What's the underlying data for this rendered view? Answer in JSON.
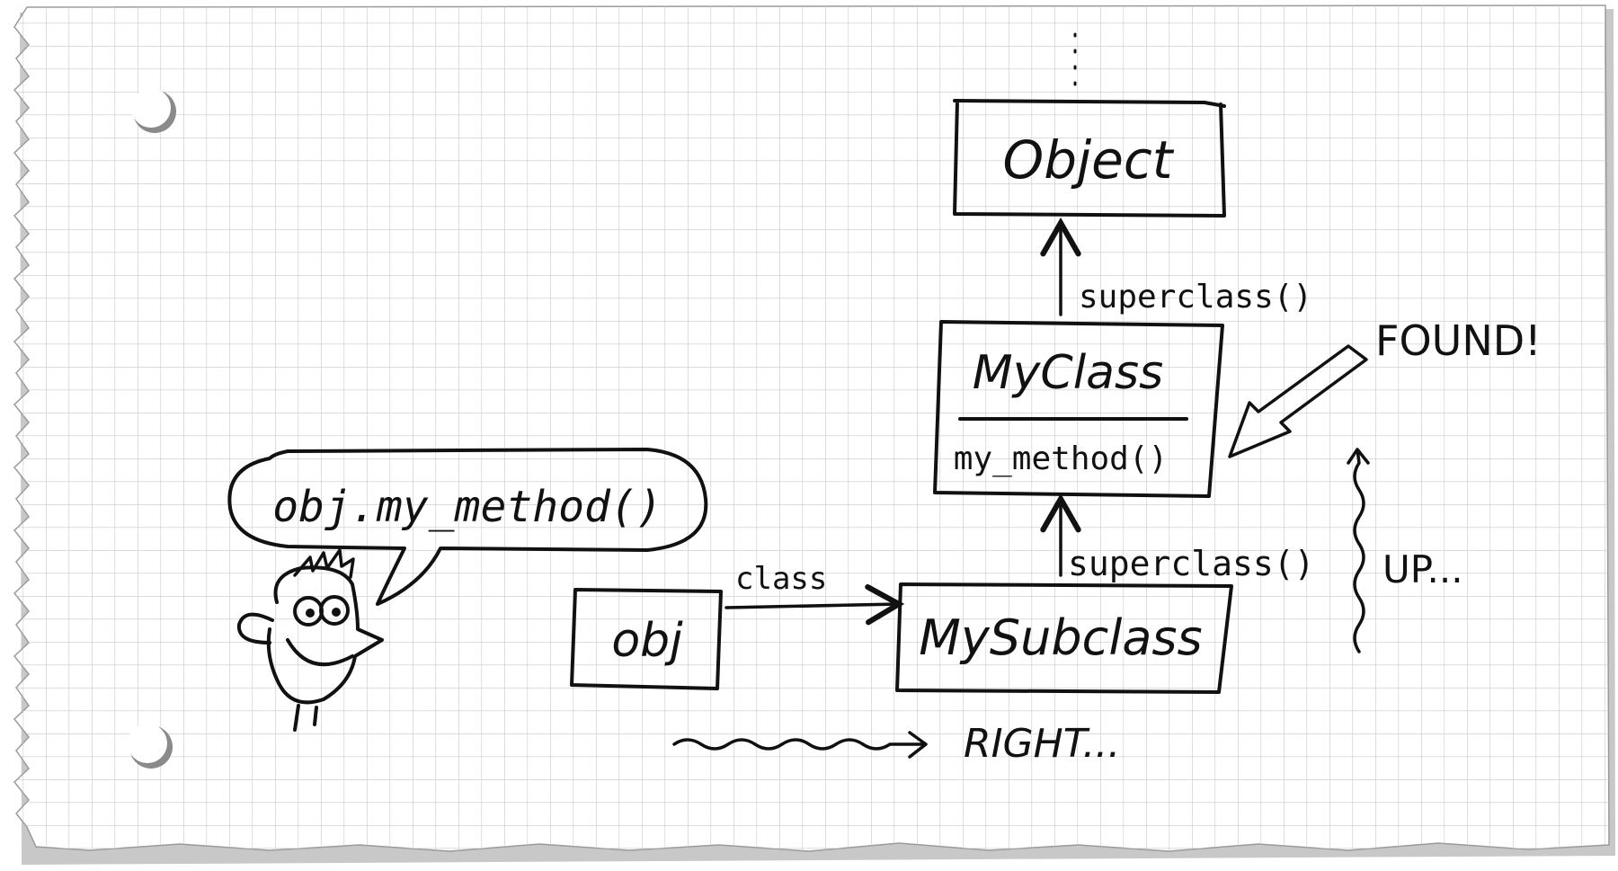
{
  "diagram": {
    "boxes": {
      "object": {
        "label": "Object"
      },
      "myclass": {
        "label": "MyClass",
        "method": "my_method()"
      },
      "mysubclass": {
        "label": "MySubclass"
      },
      "obj": {
        "label": "obj"
      }
    },
    "edges": {
      "obj_to_subclass": "class",
      "subclass_to_myclass": "superclass()",
      "myclass_to_object": "superclass()"
    },
    "speech_bubble": "obj.my_method()",
    "annotations": {
      "found": "FOUND!",
      "up": "UP...",
      "right": "RIGHT..."
    }
  },
  "colors": {
    "paper": "#ffffff",
    "grid": "#c8c8c8",
    "ink": "#111111",
    "shadow": "#9a9a9a"
  }
}
